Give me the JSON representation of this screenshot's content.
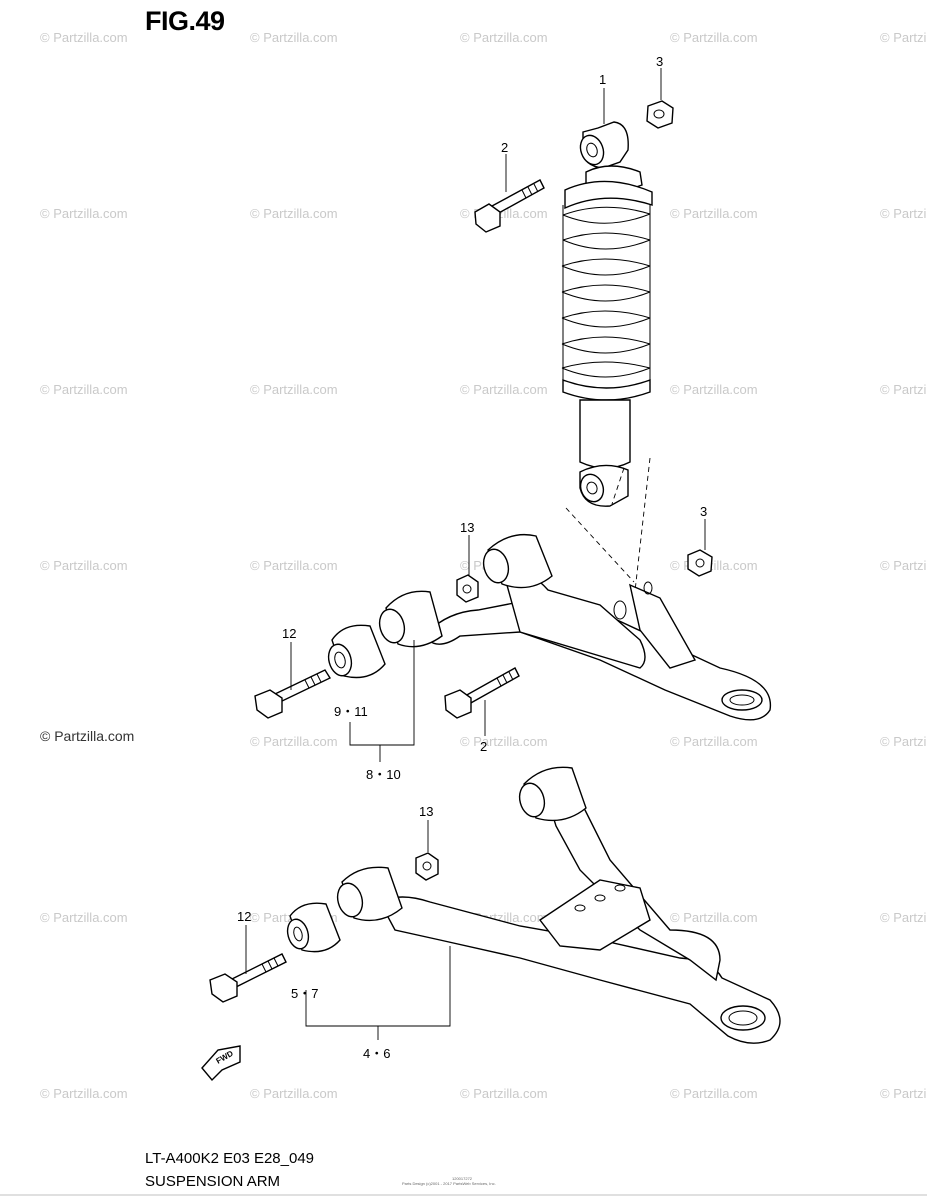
{
  "figure_title": "FIG.49",
  "watermark_text": "© Partzilla.com",
  "copyright": "© Partzilla.com",
  "model_code": "LT-A400K2 E03 E28_049",
  "caption": "SUSPENSION ARM",
  "fine_print_1": "120017272",
  "fine_print_2": "Parts Design (c)2001 - 2017 PartsWeb Services, Inc.",
  "fwd_label": "FWD",
  "callouts": {
    "c1": "1",
    "c3a": "3",
    "c2a": "2",
    "c13a": "13",
    "c3b": "3",
    "c12a": "12",
    "c9_11": "9・11",
    "c2b": "2",
    "c8_10": "8・10",
    "c13b": "13",
    "c12b": "12",
    "c5_7": "5・7",
    "c4_6": "4・6"
  }
}
